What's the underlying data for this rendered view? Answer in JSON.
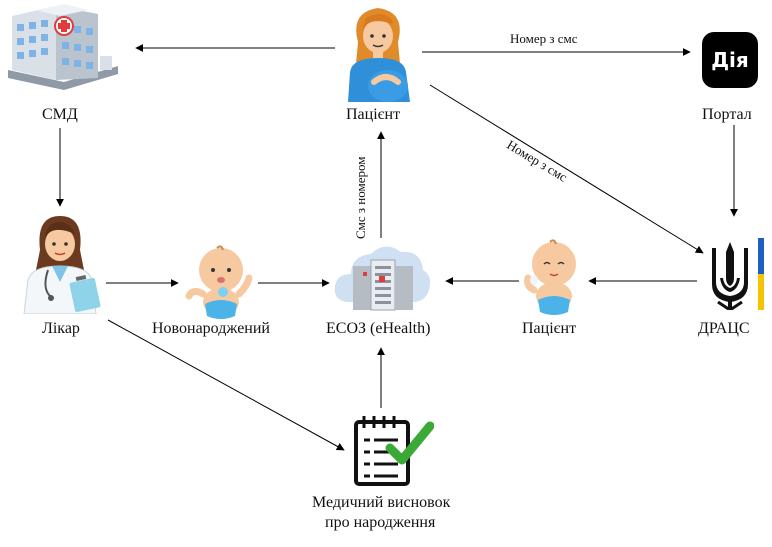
{
  "nodes": {
    "smd": {
      "label": "СМД",
      "icon": "hospital-icon"
    },
    "patient_mother": {
      "label": "Пацієнт",
      "icon": "pregnant-woman-icon"
    },
    "portal": {
      "label": "Портал",
      "icon": "diia-app-icon",
      "icon_text": "Дія"
    },
    "doctor": {
      "label": "Лікар",
      "icon": "doctor-icon"
    },
    "newborn": {
      "label": "Новонароджений",
      "icon": "baby-icon"
    },
    "esoz": {
      "label": "ЕСОЗ (eHealth)",
      "icon": "cloud-server-icon"
    },
    "patient_baby": {
      "label": "Пацієнт",
      "icon": "baby-icon"
    },
    "dracs": {
      "label": "ДРАЦС",
      "icon": "trident-icon"
    },
    "certificate": {
      "label_line1": "Медичний висновок",
      "label_line2": "про народження",
      "icon": "checklist-icon"
    }
  },
  "edges": {
    "mother_to_portal": "Номер з смс",
    "mother_to_dracs": "Номер з смс",
    "esoz_to_mother": "Смс з номером"
  },
  "colors": {
    "line": "#000000",
    "diia_bg": "#000000",
    "check_green": "#3aa935",
    "flag_blue": "#1f5fc4",
    "flag_yellow": "#f5c400",
    "hospital_red": "#e23b3b",
    "skin": "#f6c9a0",
    "dress_blue": "#2f8fd8",
    "hair_orange": "#e08a2a",
    "cloud": "#cfe0f2"
  }
}
